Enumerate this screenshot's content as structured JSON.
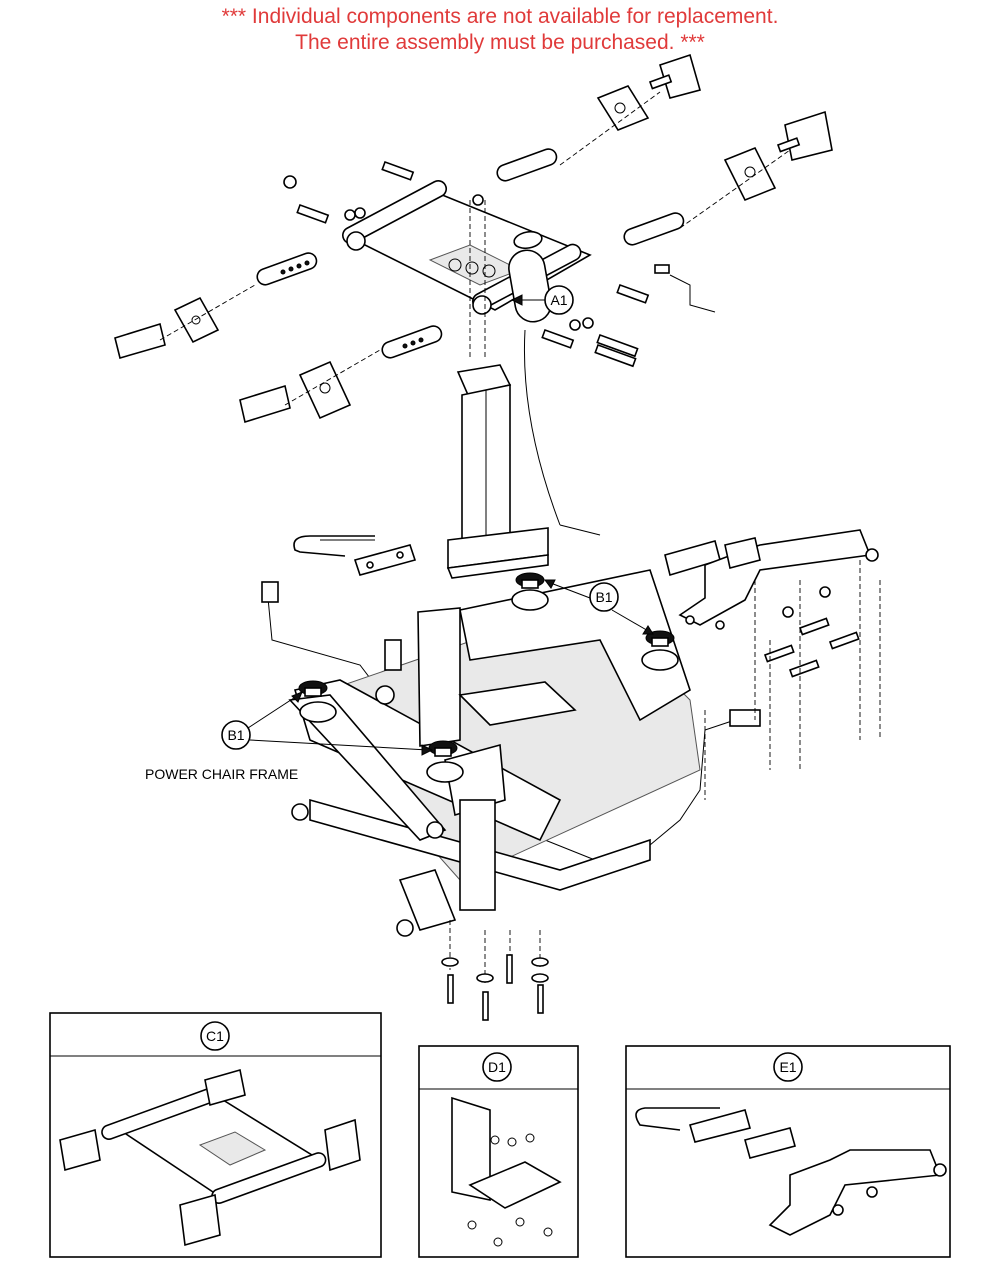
{
  "notice": {
    "line1": "*** Individual components are not available for replacement.",
    "line2": "The entire assembly must be purchased. ***"
  },
  "callouts": {
    "a1": "A1",
    "b1": "B1",
    "c1": "C1",
    "d1": "D1",
    "e1": "E1"
  },
  "labels": {
    "frame": "POWER CHAIR FRAME"
  },
  "colors": {
    "notice": "#e03a3a",
    "line": "#000000"
  }
}
